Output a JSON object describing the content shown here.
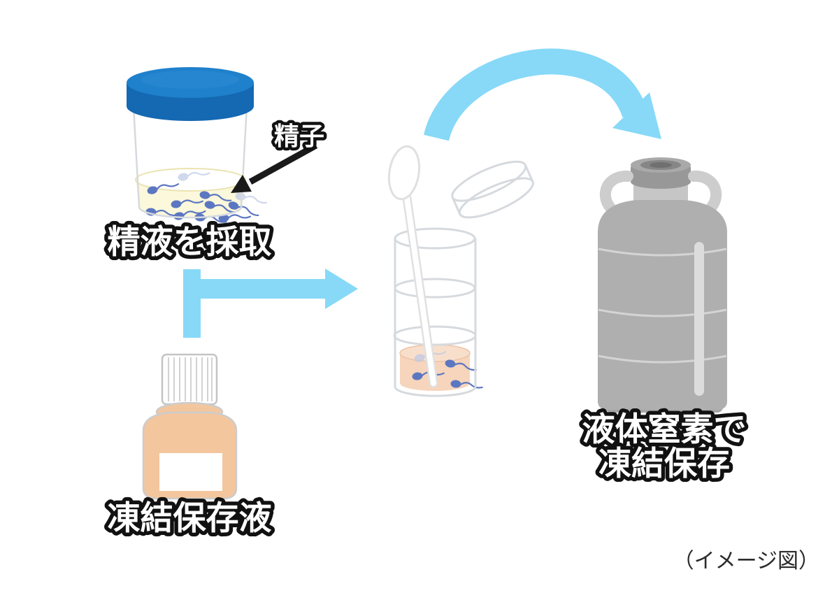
{
  "captions": {
    "sperm_callout": "精子",
    "collect_step": "精液を採取",
    "cryoprotectant_bottle": "凍結保存液",
    "tank_line1": "液体窒素で",
    "tank_line2": "凍結保存",
    "image_note": "（イメージ図）"
  },
  "colors": {
    "arrow_blue": "#87D9F7",
    "lid_top": "#1F80CC",
    "lid_side": "#1568B2",
    "lid_highlight": "#2B8AD2",
    "semen_fill": "#FBF8DB",
    "semen_rim": "#EAE3B2",
    "sperm_blue": "#5C77C1",
    "sperm_faded": "#BCC8E6",
    "bottle_peach": "#F3C69E",
    "vial_liquid": "#F6D5BC",
    "vial_liquid_surface": "#F8DFCC",
    "tank_body": "#AFAFAF",
    "tank_neck": "#C6C6C6",
    "tank_cap": "#989898",
    "callout_black": "#1A1A1A",
    "glass_outline": "#D6DADE",
    "text_outline": "#111111",
    "text_fill": "#FFFFFF"
  }
}
